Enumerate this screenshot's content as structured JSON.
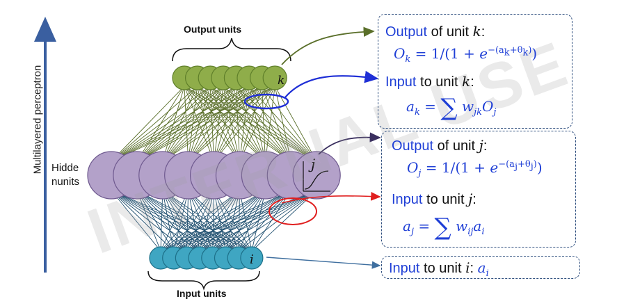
{
  "watermark": "INTERNAL USE",
  "side_label": "Multilayered perceptron",
  "layers": {
    "output_label": "Output units",
    "hidden_label_line1": "Hidde",
    "hidden_label_line2": "nunits",
    "input_label": "Input units",
    "output_count": 8,
    "hidden_count": 9,
    "input_count": 8,
    "output_node_mark": "k",
    "hidden_node_mark": "j",
    "input_node_mark": "i"
  },
  "colors": {
    "output_fill": "#8fad4a",
    "output_stroke": "#5f7f2a",
    "hidden_fill": "#b3a1c9",
    "hidden_stroke": "#6f5a8f",
    "input_fill": "#3fa6c2",
    "input_stroke": "#1d7089",
    "edge_hidden_output": "#5a6f2a",
    "edge_input_hidden": "#1f4f6f",
    "arrow_k_output": "#5a6f2a",
    "arrow_k_input": "#1f2fd6",
    "arrow_j_output": "#3a2f5f",
    "arrow_j_input": "#e01f1f",
    "arrow_i": "#3f6f9f"
  },
  "box_k": {
    "output_word": "Output",
    "output_rest": " of unit ",
    "output_var": "k",
    "output_colon": ":",
    "output_lhs": "O",
    "output_lhs_sub": "k",
    "output_eq": " = 1/(1 + ",
    "output_e": "e",
    "output_exp": "−(a",
    "output_exp_sub1": "k",
    "output_exp_mid": "+θ",
    "output_exp_sub2": "k",
    "output_exp_end": ")",
    "output_close": ")",
    "input_word": "Input",
    "input_rest": " to unit ",
    "input_var": "k",
    "input_colon": ":",
    "input_lhs": "a",
    "input_lhs_sub": "k",
    "input_eq": " = ",
    "sum": "∑",
    "input_w": " w",
    "input_w_sub": "jk",
    "input_o": "O",
    "input_o_sub": "j"
  },
  "box_j": {
    "output_word": "Output",
    "output_rest": " of unit ",
    "output_var": "j",
    "output_colon": ":",
    "output_lhs": "O",
    "output_lhs_sub": "j",
    "output_eq": " = 1/(1 + ",
    "output_e": "e",
    "output_exp": "−(a",
    "output_exp_sub1": "j",
    "output_exp_mid": "+θ",
    "output_exp_sub2": "j",
    "output_exp_end": ")",
    "output_close": ")",
    "input_word": "Input",
    "input_rest": " to unit ",
    "input_var": "j",
    "input_colon": ":",
    "input_lhs": "a",
    "input_lhs_sub": "j",
    "input_eq": " = ",
    "sum": "∑",
    "input_w": " w",
    "input_w_sub": "ij",
    "input_a": "a",
    "input_a_sub": "i"
  },
  "box_i": {
    "input_word": "Input",
    "input_rest": " to unit ",
    "input_var": "i",
    "input_colon": ": ",
    "input_a": "a",
    "input_a_sub": "i"
  }
}
